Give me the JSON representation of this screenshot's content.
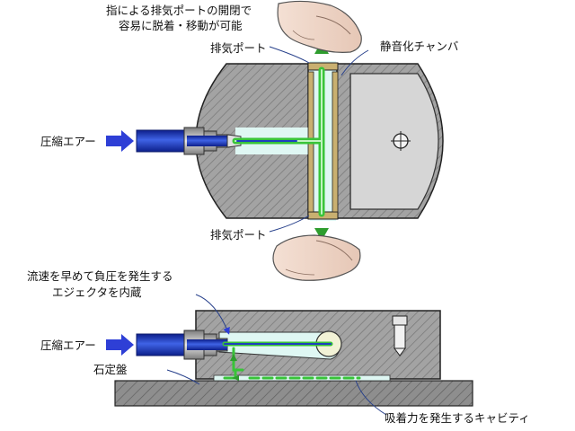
{
  "labels": {
    "finger_note_line1": "指による排気ポートの開閉で",
    "finger_note_line2": "容易に脱着・移動が可能",
    "exhaust_port_top": "排気ポート",
    "exhaust_port_bottom": "排気ポート",
    "silencer_chamber": "静音化チャンバ",
    "compressed_air_top": "圧縮エアー",
    "compressed_air_bottom": "圧縮エアー",
    "ejector_line1": "流速を早めて負圧を発生する",
    "ejector_line2": "エジェクタを内蔵",
    "surface_plate": "石定盤",
    "suction_cavity": "吸着力を発生するキャビティ"
  },
  "colors": {
    "hatch_fill": "#9a9a9a",
    "hatch_line": "#6f6f6f",
    "light_body": "#d9d9d9",
    "hose_blue": "#1f3fbf",
    "flow_green": "#39c439",
    "cavity_cyan": "#dff7f3",
    "arrow_blue": "#2e3fd6",
    "plate_gray": "#8a8a8a"
  }
}
